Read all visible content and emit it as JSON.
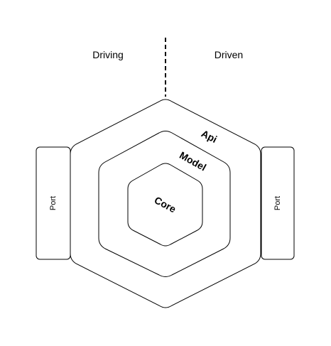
{
  "sides": {
    "left": "Driving",
    "right": "Driven"
  },
  "layers": {
    "outer": "Api",
    "middle": "Model",
    "inner": "Core"
  },
  "ports": {
    "left": "Port",
    "right": "Port"
  },
  "colors": {
    "stroke": "#000000",
    "background": "#ffffff"
  }
}
